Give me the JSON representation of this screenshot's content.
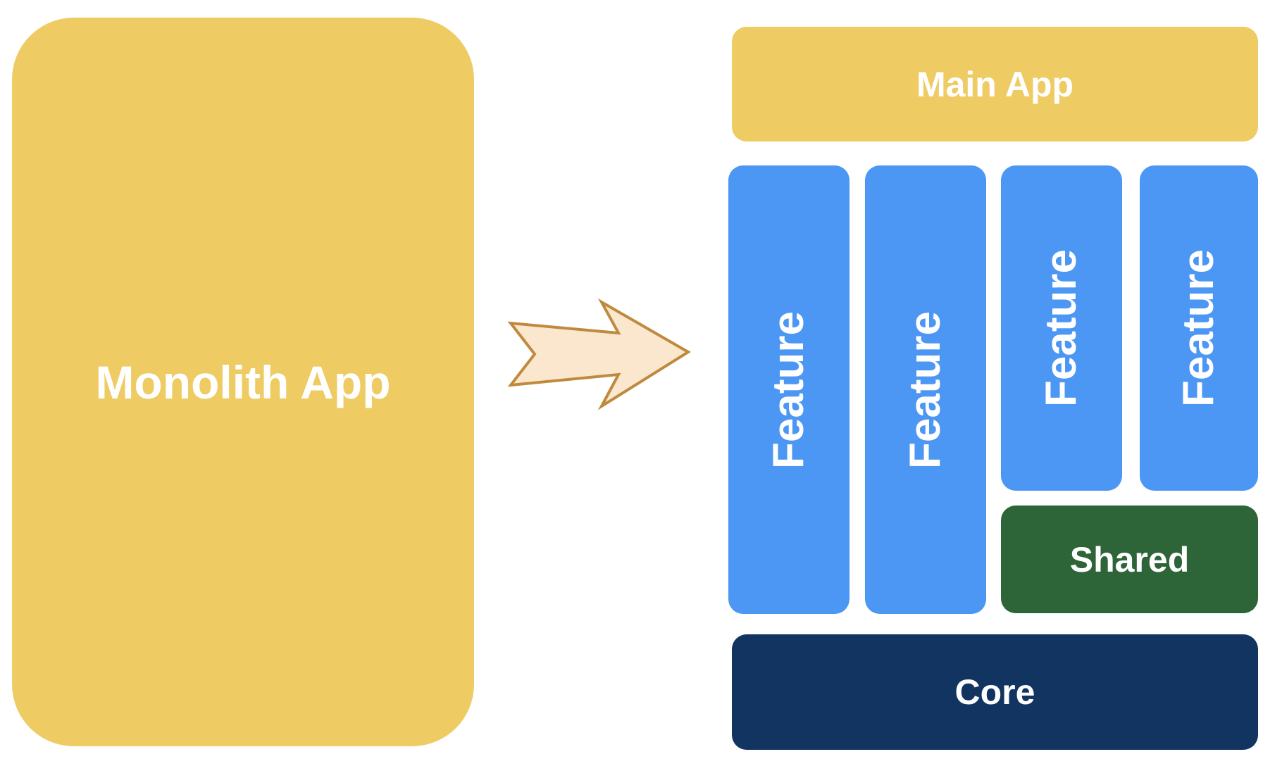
{
  "colors": {
    "background": "#FFFFFF",
    "text": "#FFFFFF",
    "yellow": "#EECC63",
    "blue": "#4C96F4",
    "green": "#2D6438",
    "navy": "#123460",
    "arrow_fill": "#FAE7CE",
    "arrow_stroke": "#C08A3E"
  },
  "monolith": {
    "label": "Monolith App"
  },
  "arrow": {
    "icon": "right-arrow"
  },
  "modular": {
    "main_app": {
      "label": "Main App"
    },
    "features": [
      {
        "label": "Feature"
      },
      {
        "label": "Feature"
      },
      {
        "label": "Feature"
      },
      {
        "label": "Feature"
      }
    ],
    "shared": {
      "label": "Shared"
    },
    "core": {
      "label": "Core"
    }
  }
}
